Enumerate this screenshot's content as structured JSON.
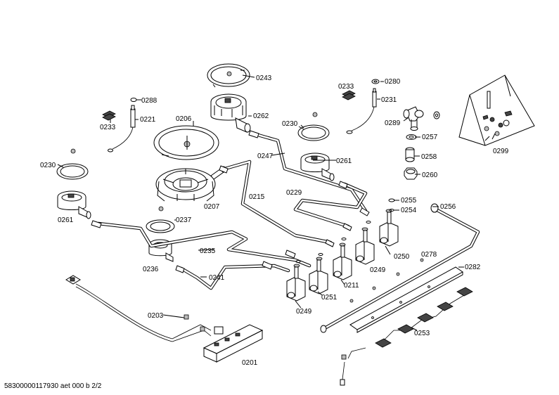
{
  "diagram": {
    "footer": "58300000117930 aet 000 b 2/2",
    "labels": {
      "l0288": "0288",
      "l0221": "0221",
      "l0233a": "0233",
      "l0206": "0206",
      "l0243": "0243",
      "l0262": "0262",
      "l0233b": "0233",
      "l0280": "0280",
      "l0231": "0231",
      "l0289": "0289",
      "l0257": "0257",
      "l0258": "0258",
      "l0260": "0260",
      "l0299": "0299",
      "l0230a": "0230",
      "l0230b": "0230",
      "l0247": "0247",
      "l0261a": "0261",
      "l0261b": "0261",
      "l0229": "0229",
      "l0215": "0215",
      "l0207": "0207",
      "l0237": "0237",
      "l0255": "0255",
      "l0254": "0254",
      "l0256": "0256",
      "l0250": "0250",
      "l0278": "0278",
      "l0282": "0282",
      "l0235": "0235",
      "l0236": "0236",
      "l0249a": "0249",
      "l0249b": "0249",
      "l0241": "0241",
      "l0211": "0211",
      "l0251": "0251",
      "l0203": "0203",
      "l0253": "0253",
      "l0201": "0201"
    }
  }
}
